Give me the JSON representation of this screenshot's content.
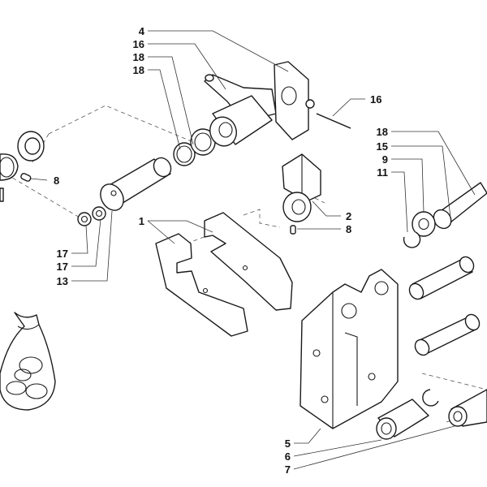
{
  "callouts": {
    "c4": "4",
    "c16a": "16",
    "c18a": "18",
    "c18b": "18",
    "c16b": "16",
    "c8a": "8",
    "c1": "1",
    "c2": "2",
    "c8b": "8",
    "c17a": "17",
    "c17b": "17",
    "c13": "13",
    "c18c": "18",
    "c15": "15",
    "c9": "9",
    "c11": "11",
    "c5": "5",
    "c6": "6",
    "c7": "7"
  }
}
